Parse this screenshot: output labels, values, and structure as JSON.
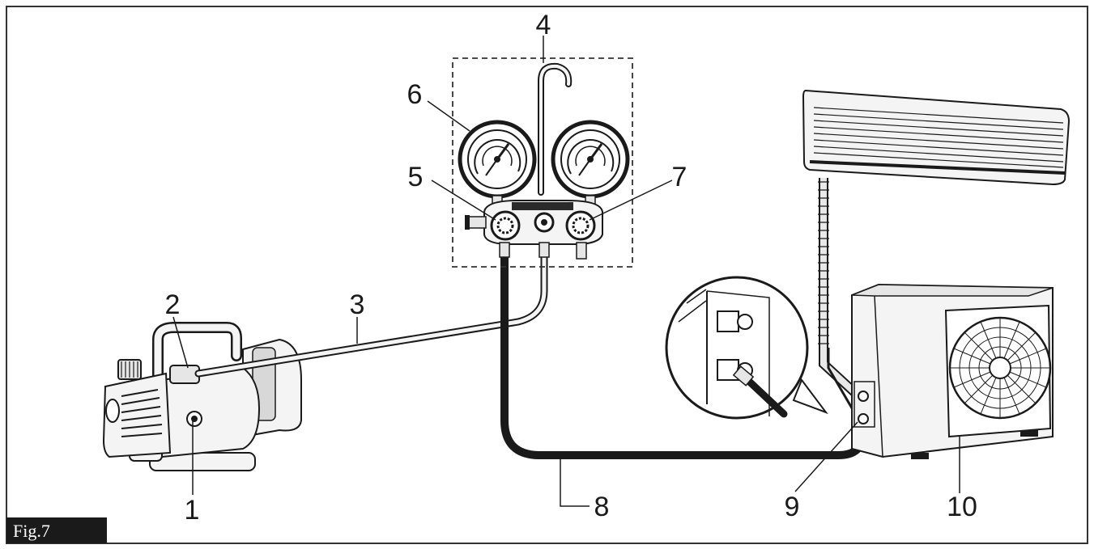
{
  "figure": {
    "label": "Fig.7"
  },
  "callouts": [
    {
      "id": "1",
      "text": "1"
    },
    {
      "id": "2",
      "text": "2"
    },
    {
      "id": "3",
      "text": "3"
    },
    {
      "id": "4",
      "text": "4"
    },
    {
      "id": "5",
      "text": "5"
    },
    {
      "id": "6",
      "text": "6"
    },
    {
      "id": "7",
      "text": "7"
    },
    {
      "id": "8",
      "text": "8"
    },
    {
      "id": "9",
      "text": "9"
    },
    {
      "id": "10",
      "text": "10"
    }
  ]
}
